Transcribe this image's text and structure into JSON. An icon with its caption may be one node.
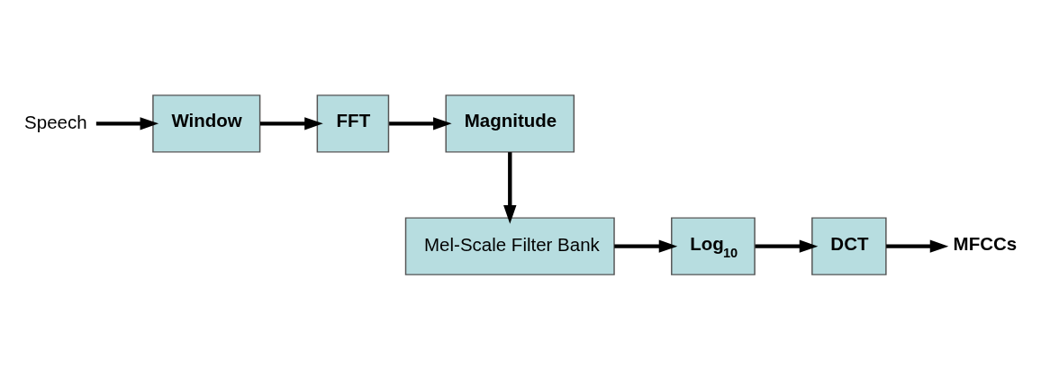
{
  "diagram": {
    "nodes": [
      {
        "text": [
          "Speech"
        ]
      },
      {
        "text": [
          "Window"
        ]
      },
      {
        "text": [
          "FFT"
        ]
      },
      {
        "text": [
          "Magnitude"
        ]
      },
      {
        "text": [
          "Mel-Scale Filter Bank"
        ]
      },
      {
        "text": [
          "Log$_{10}$"
        ]
      },
      {
        "text": [
          "DCT"
        ]
      },
      {
        "text": [
          "MFCCs"
        ]
      }
    ],
    "edges": [
      {
        "from": 0,
        "to": 1,
        "arrow": "to"
      },
      {
        "from": 1,
        "to": 2,
        "arrow": "to"
      },
      {
        "from": 2,
        "to": 3,
        "arrow": "to"
      },
      {
        "from": 3,
        "to": 4,
        "arrow": "to"
      },
      {
        "from": 4,
        "to": 5,
        "arrow": "to"
      },
      {
        "from": 5,
        "to": 6,
        "arrow": "to"
      },
      {
        "from": 6,
        "to": 7,
        "arrow": "to"
      }
    ]
  }
}
